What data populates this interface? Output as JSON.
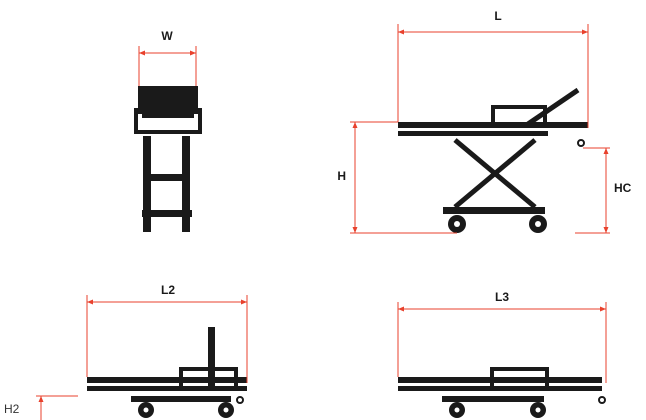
{
  "labels": {
    "width": "W",
    "length": "L",
    "height": "H",
    "height_chassis": "HC",
    "length_2": "L2",
    "length_3": "L3",
    "height_2": "H2"
  },
  "colors": {
    "structure": "#1a1a1a",
    "dimension_lines": "#e8412c",
    "background": "#ffffff"
  }
}
